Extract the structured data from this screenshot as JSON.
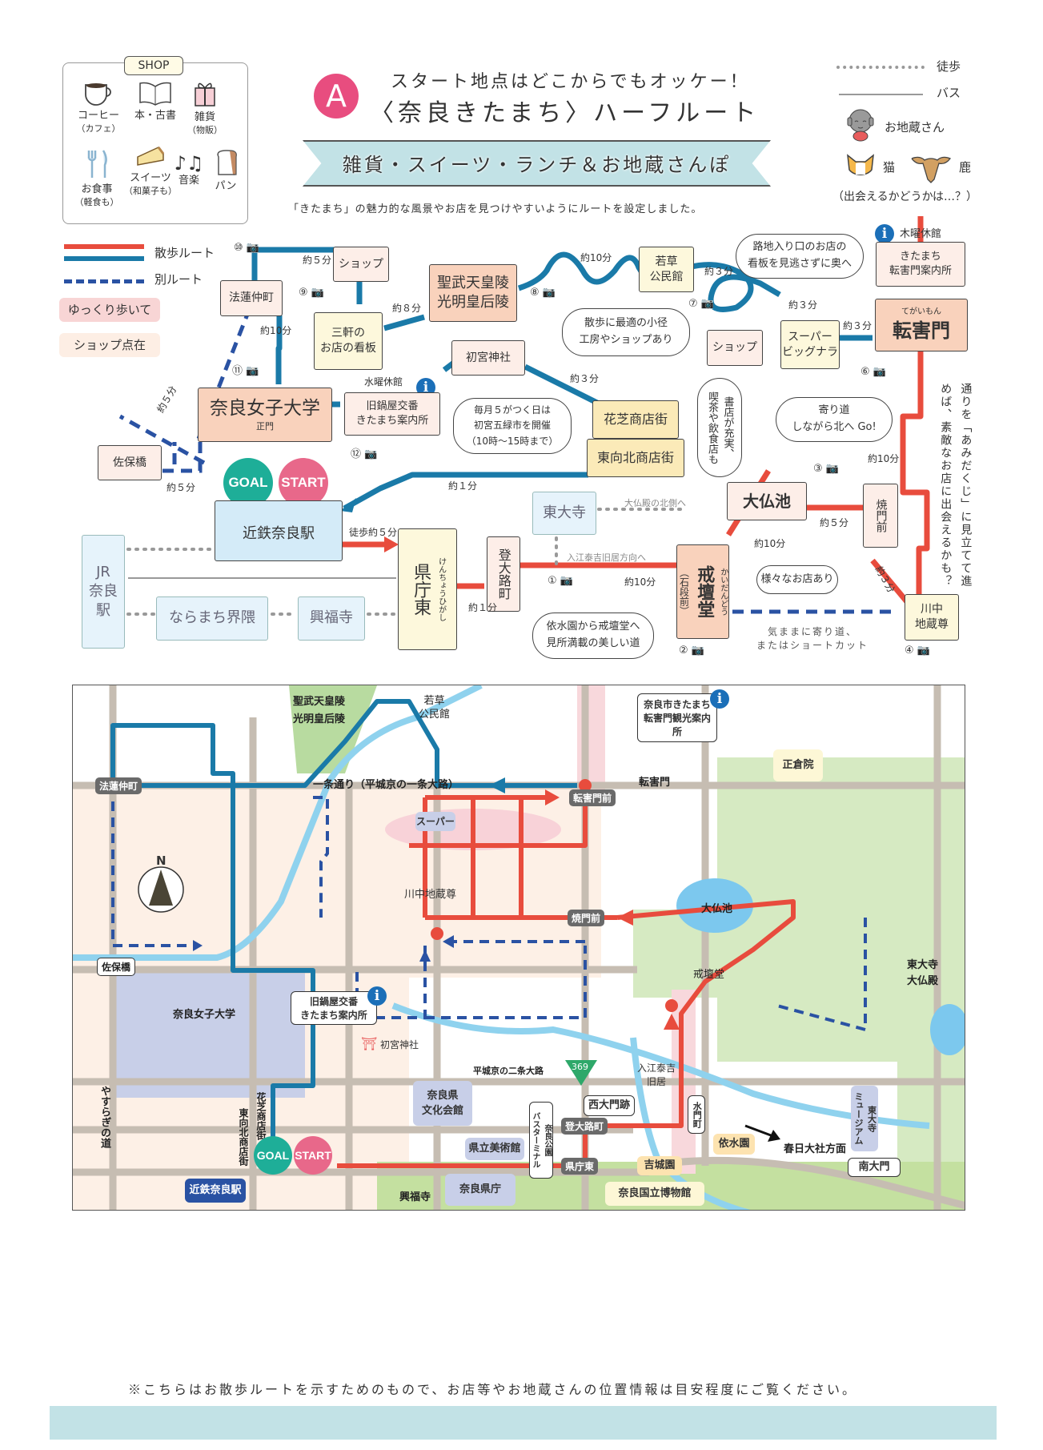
{
  "shop_legend": {
    "title": "SHOP",
    "items": [
      {
        "icon": "coffee-icon",
        "label": "コーヒー",
        "sub": "（カフェ）"
      },
      {
        "icon": "book-icon",
        "label": "本・古書",
        "sub": ""
      },
      {
        "icon": "gift-icon",
        "label": "雑貨",
        "sub": "（物販）"
      },
      {
        "icon": "cutlery-icon",
        "label": "お食事",
        "sub": "（軽食も）"
      },
      {
        "icon": "cake-icon",
        "label": "スイーツ",
        "sub": "（和菓子も）"
      },
      {
        "icon": "music-icon",
        "label": "音楽",
        "sub": ""
      },
      {
        "icon": "bread-icon",
        "label": "パン",
        "sub": ""
      }
    ]
  },
  "header": {
    "badge": "A",
    "tagline": "スタート地点はどこからでもオッケー！",
    "title": "〈奈良きたまち〉ハーフルート",
    "ribbon": "雑貨・スイーツ・ランチ＆お地蔵さんぽ",
    "subtitle": "「きたまち」の魅力的な風景やお店を見つけやすいようにルートを設定しました。"
  },
  "right_legend": {
    "walk": "徒歩",
    "bus": "バス",
    "jizo": "お地蔵さん",
    "cat": "猫",
    "deer": "鹿",
    "note": "（出会えるかどうかは…？）"
  },
  "route_legend": {
    "main": "散歩ルート",
    "alt": "別ルート",
    "slow": "ゆっくり歩いて",
    "shops": "ショップ点在"
  },
  "colors": {
    "red_route": "#e84c3d",
    "blue_route": "#1a7aa8",
    "alt_route": "#2a52a3",
    "goal": "#1eae98",
    "start": "#e8688a",
    "badge": "#e84d7f",
    "ribbon": "#c2e2e6"
  },
  "route": {
    "nodes": {
      "hokke": "法蓮仲町",
      "shop1": "ショップ",
      "sanken": "三軒の\nお店の看板",
      "shomu": "聖武天皇陵\n光明皇后陵",
      "wakakusa": "若草\n公民館",
      "shop2": "ショップ",
      "super": "スーパー\nビッグナラ",
      "tegai_ruby": "てがいもん",
      "tegai": "転害門",
      "kitamachi_info": "きたまち\n転害門案内所",
      "kitamachi_info_note": "木曜休館",
      "joshidai": "奈良女子大学",
      "joshidai_sub": "正門",
      "nabeya": "旧鍋屋交番\nきたまち案内所",
      "nabeya_note": "水曜休館",
      "hatsumiya": "初宮神社",
      "hanashiba": "花芝商店街",
      "higashimuki": "東向北商店街",
      "sahobashi": "佐保橋",
      "kintetsu": "近鉄奈良駅",
      "goal": "GOAL",
      "start": "START",
      "jr": "JR\n奈良駅",
      "naramachi": "ならまち界隈",
      "kofukuji": "興福寺",
      "kenchou": "県庁東",
      "kenchou_ruby": "けんちょうひがし",
      "noborioji": "登大路町",
      "todaiji": "東大寺",
      "kaidan": "戒壇堂",
      "kaidan_ruby": "かいだんどう",
      "kaidan_sub": "（石段前）",
      "daibutsuike": "大仏池",
      "yakimon": "焼門前",
      "kawanaka": "川中\n地蔵尊"
    },
    "times": {
      "t10a": "約５分",
      "t_hokke": "約10分",
      "t_sanken": "約８分",
      "t_wave": "約10分",
      "t_waka": "約３分",
      "t_loop": "約３分",
      "t_super": "約３分",
      "t_hatsu": "約３分",
      "t_saho1": "約５分",
      "t_saho2": "約５分",
      "t_ichi": "約１分",
      "t_walk5": "徒歩約５分",
      "t_ken": "約１分",
      "t_nobori": "約10分",
      "t_kaidan": "約10分",
      "t_ike": "約５分",
      "t_yaki": "約３分",
      "t_tegai": "約10分"
    },
    "notes": {
      "todaiji_north": "大仏殿の北側へ",
      "irie": "入江泰吉旧居方向へ",
      "yorimichi": "気ままに寄り道、\nまたはショートカット",
      "amidakuji": "通りを「あみだくじ」に見立てて進めば、素敵なお店に出会えるかも？"
    },
    "bubbles": {
      "komichi": "散歩に最適の小径\n工房やショップあり",
      "roji": "路地入り口のお店の\n看板を見逃さずに奥へ",
      "ennichi": "毎月５がつく日は\n初宮五緑市を開催\n（10時〜15時まで）",
      "shoten": "書店が充実、\n喫茶や飲食店も",
      "kita": "寄り道\nしながら北へ Go!",
      "samazama": "様々なお店あり",
      "yorimizu": "依水園から戒壇堂へ\n見所満載の美しい道"
    },
    "cameras": [
      "①",
      "②",
      "③",
      "④",
      "⑥",
      "⑦",
      "⑧",
      "⑨",
      "⑩",
      "⑪",
      "⑫"
    ]
  },
  "street_map": {
    "labels": {
      "shomu": "聖武天皇陵\n光明皇后陵",
      "wakakusa": "若草\n公民館",
      "info_tegai": "奈良市きたまち\n転害門観光案内所",
      "tegaimon": "転害門",
      "shosoin": "正倉院",
      "ichijo": "一条通り（平城京の一条大路）",
      "super": "スーパー",
      "kawanaka": "川中地蔵尊",
      "daibutsuike": "大仏池",
      "kaidan": "戒壇堂",
      "todaiji": "東大寺\n大仏殿",
      "joshidai": "奈良女子大学",
      "nabeya": "旧鍋屋交番\nきたまち案内所",
      "hatsumiya": "初宮神社",
      "yasuragi": "やすらぎの道",
      "hanashiba": "花芝商店街",
      "higashimuki": "東向北商店街",
      "bunka": "奈良県\n文化会館",
      "bijutsu": "県立美術館",
      "kencho": "奈良県庁",
      "nijo": "平城京の二条大路",
      "route369": "369",
      "irie": "入江泰吉\n旧居",
      "nishiomon": "西大門跡",
      "suimon": "水門町",
      "isuien": "依水園",
      "museum": "東大寺\nミュージアム",
      "nandaimon": "南大門",
      "yoshikien": "吉城園",
      "busterminal": "奈良公園\nバスターミナル",
      "kintetsu": "近鉄奈良駅",
      "kofukuji": "興福寺",
      "museum_nat": "奈良国立博物館",
      "kasuga": "春日大社方面",
      "north": "N",
      "goal": "GOAL",
      "start": "START"
    },
    "stops": {
      "hokke": "法蓮仲町",
      "sahobashi": "佐保橋",
      "tegaimae": "転害門前",
      "yakimon": "焼門前",
      "noborioji": "登大路町",
      "kenchou": "県庁東"
    }
  },
  "footnote": "※こちらはお散歩ルートを示すためのもので、お店等やお地蔵さんの位置情報は目安程度にご覧ください。"
}
